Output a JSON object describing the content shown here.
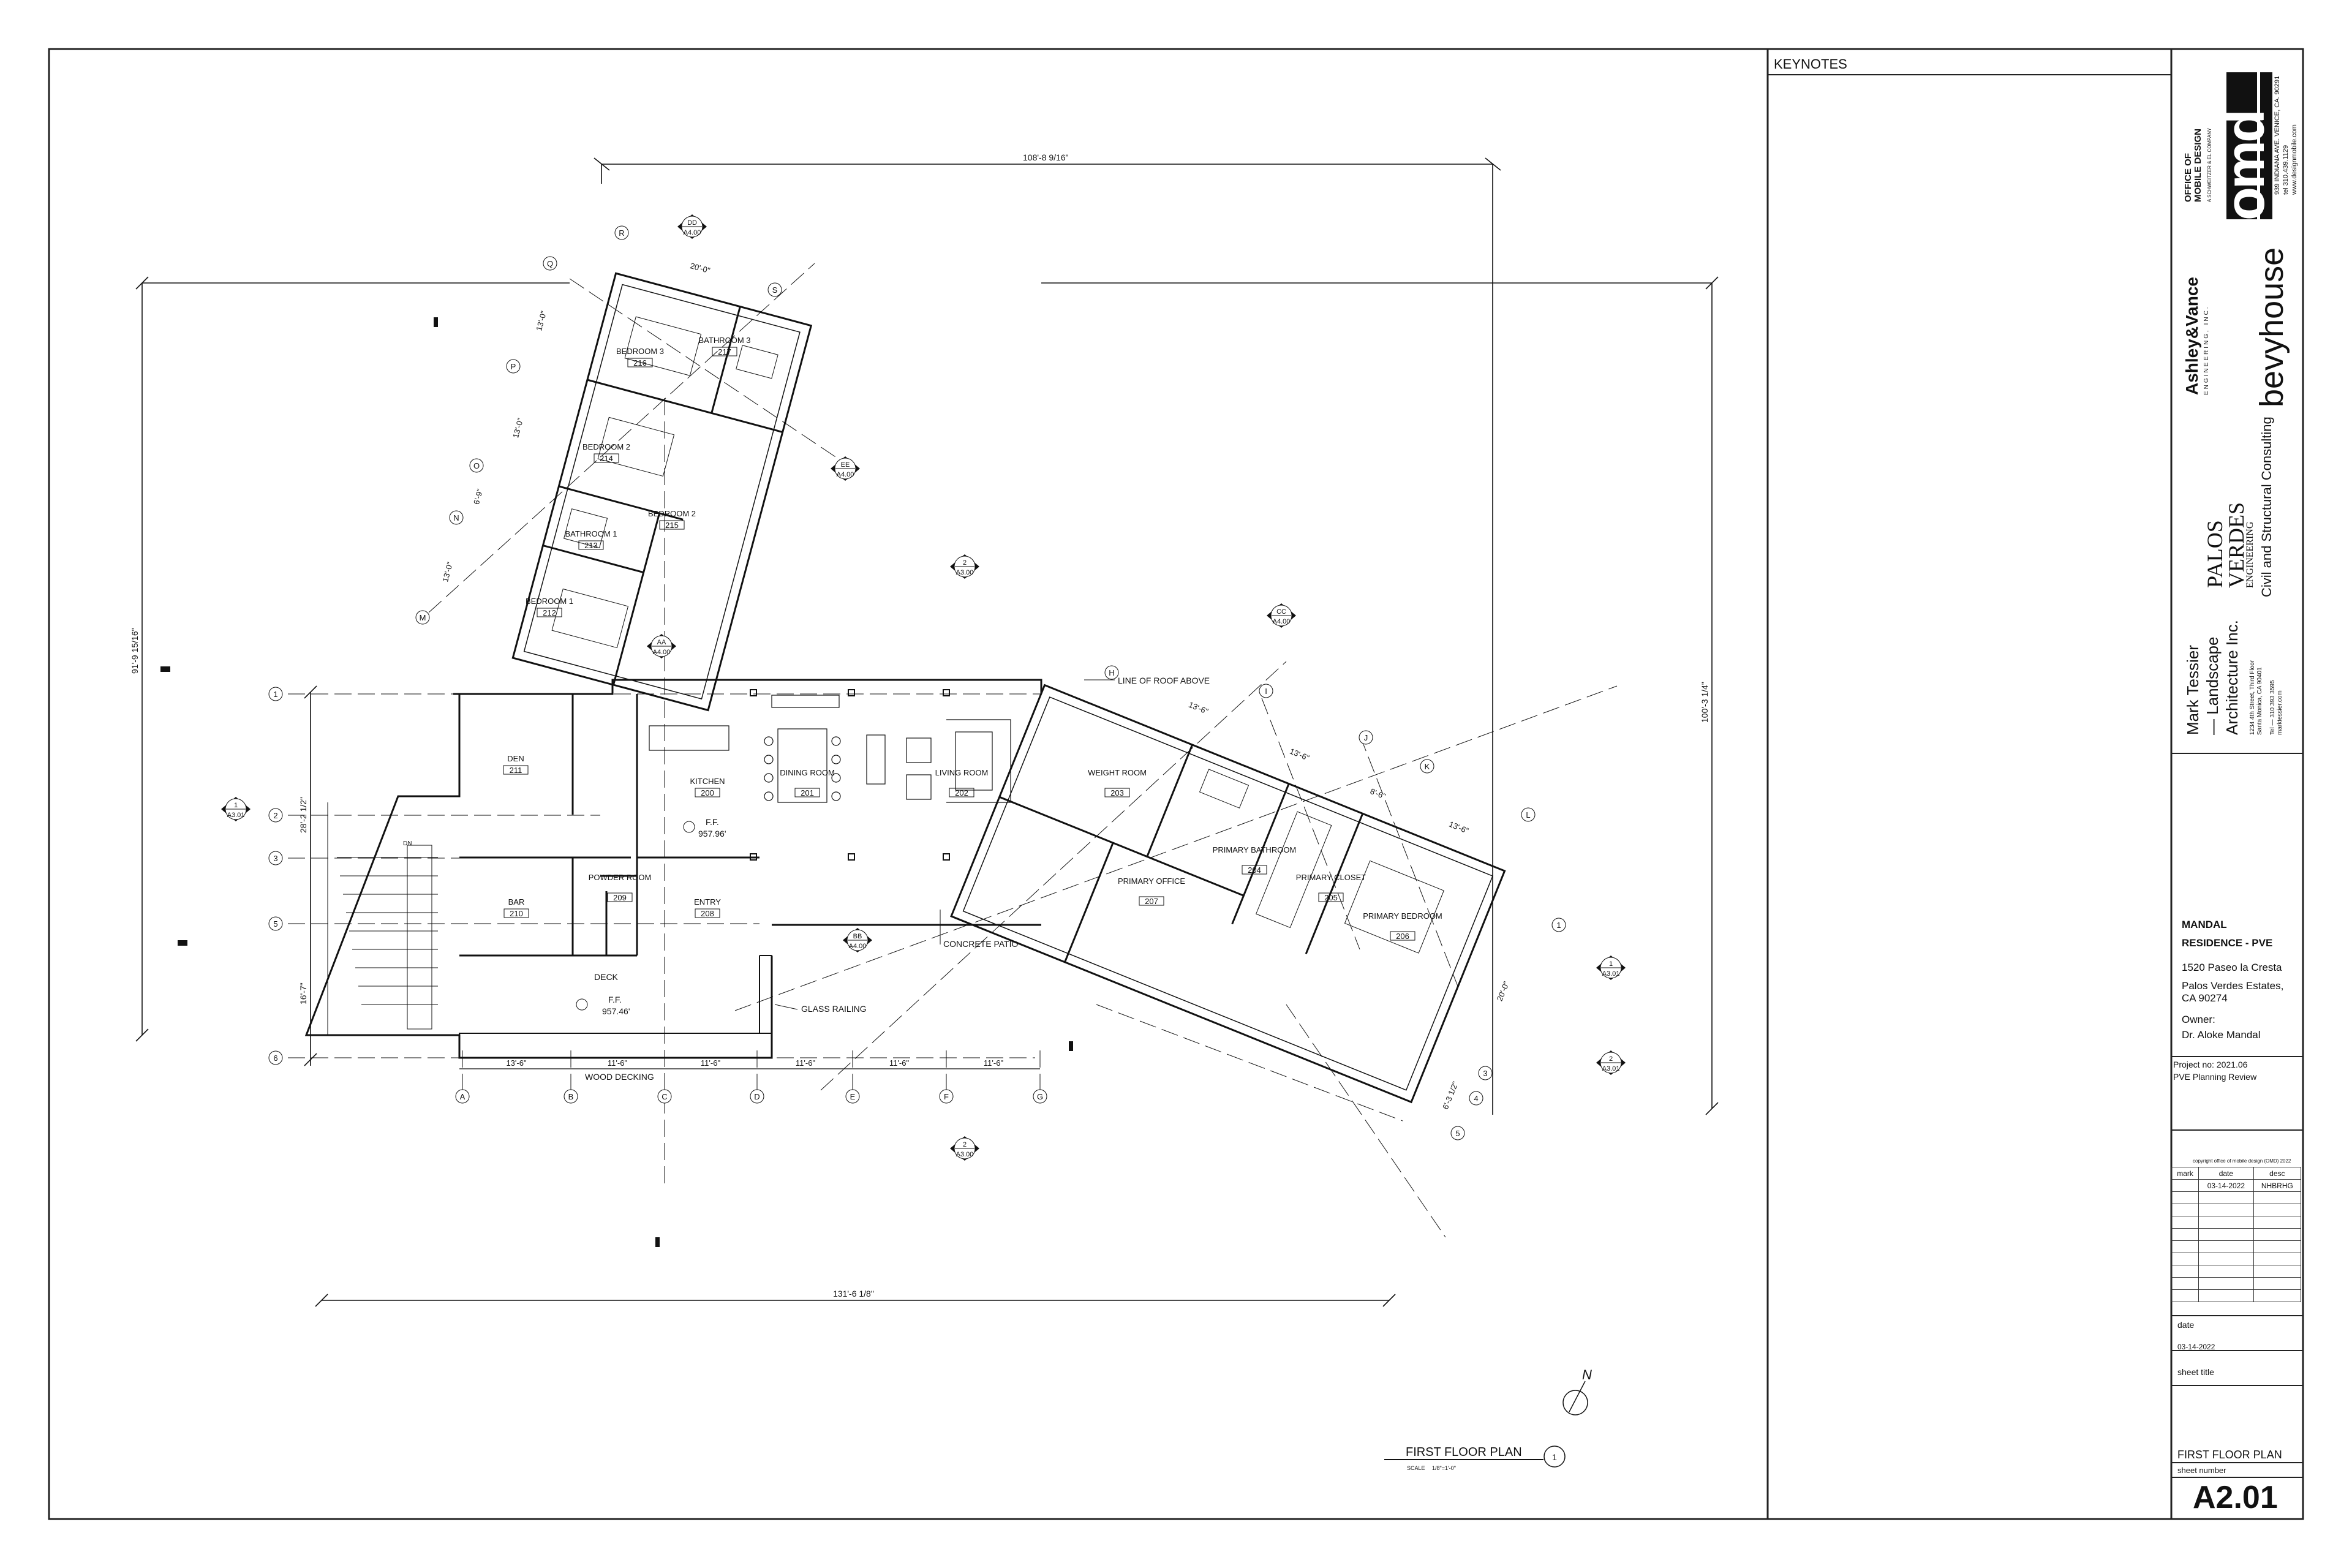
{
  "keynotes": {
    "header": "KEYNOTES"
  },
  "drawing": {
    "title": "FIRST FLOOR PLAN",
    "scale_label": "SCALE",
    "scale_value": "1/8\"=1'-0\"",
    "detail_number": "1",
    "north": "N"
  },
  "rooms": [
    {
      "name": "BEDROOM 3",
      "number": "216"
    },
    {
      "name": "BATHROOM 3",
      "number": "217"
    },
    {
      "name": "BEDROOM 2",
      "number": "214"
    },
    {
      "name": "BEDROOM 2",
      "number": "215"
    },
    {
      "name": "BATHROOM 1",
      "number": "213"
    },
    {
      "name": "BEDROOM 1",
      "number": "212"
    },
    {
      "name": "DEN",
      "number": "211"
    },
    {
      "name": "KITCHEN",
      "number": "200"
    },
    {
      "name": "DINING ROOM",
      "number": "201"
    },
    {
      "name": "LIVING ROOM",
      "number": "202"
    },
    {
      "name": "WEIGHT ROOM",
      "number": "203"
    },
    {
      "name": "PRIMARY BATHROOM",
      "number": "204"
    },
    {
      "name": "PRIMARY CLOSET",
      "number": "205"
    },
    {
      "name": "PRIMARY BEDROOM",
      "number": "206"
    },
    {
      "name": "PRIMARY OFFICE",
      "number": "207"
    },
    {
      "name": "BAR",
      "number": "210"
    },
    {
      "name": "POWDER ROOM",
      "number": "209"
    },
    {
      "name": "ENTRY",
      "number": "208"
    }
  ],
  "annotations": {
    "line_of_roof": "LINE OF ROOF ABOVE",
    "concrete_patio": "CONCRETE PATIO",
    "glass_railing": "GLASS RAILING",
    "deck": "DECK",
    "wood_decking": "WOOD DECKING",
    "ff_upper": "F.F.",
    "ff_upper_value": "957.96'",
    "ff_lower": "F.F.",
    "ff_lower_value": "957.46'",
    "stair_dn": "DN"
  },
  "dimensions": {
    "top_overall": "108'-8 9/16\"",
    "bottom_overall": "131'-6 1/8\"",
    "left_overall": "91'-9 15/16\"",
    "right_overall": "100'-3 1/4\"",
    "left_2_5": "28'-2 1/2\"",
    "left_5_6": "16'-7\"",
    "wing_top": "20'-0\"",
    "wing_r": "13'-0\"",
    "wing_p": "13'-0\"",
    "wing_o": "6'-9\"",
    "wing_n": "13'-0\"",
    "bottom_ab": "13'-6\"",
    "bottom_bc": "11'-6\"",
    "bottom_cd": "11'-6\"",
    "bottom_de": "11'-6\"",
    "bottom_ef": "11'-6\"",
    "bottom_fg": "11'-6\"",
    "east_hi": "13'-6\"",
    "east_ij": "13'-6\"",
    "east_jk": "8'-6\"",
    "east_kl": "13'-6\"",
    "east_side": "20'-0\"",
    "east_small": "6'-3 1/2\""
  },
  "grid": {
    "horizontal": [
      "1",
      "2",
      "3",
      "5",
      "6"
    ],
    "columns": [
      "A",
      "B",
      "C",
      "D",
      "E",
      "F",
      "G"
    ],
    "wing": [
      "M",
      "N",
      "O",
      "P",
      "Q",
      "R",
      "S"
    ],
    "east": [
      "H",
      "I",
      "J",
      "K",
      "L"
    ],
    "east_rows": [
      "1",
      "3",
      "4",
      "5"
    ]
  },
  "section_marks": [
    {
      "num": "1",
      "sheet": "A3.01"
    },
    {
      "num": "2",
      "sheet": "A3.00"
    },
    {
      "num": "2",
      "sheet": "A3.00"
    },
    {
      "num": "BB",
      "sheet": "A4.00"
    },
    {
      "num": "AA",
      "sheet": "A4.00"
    },
    {
      "num": "EE",
      "sheet": "A4.00"
    },
    {
      "num": "DD",
      "sheet": "A4.00"
    },
    {
      "num": "1",
      "sheet": "A3.01"
    },
    {
      "num": "2",
      "sheet": "A3.01"
    },
    {
      "num": "CC",
      "sheet": "A4.00"
    }
  ],
  "title_block": {
    "omd_logo": "omd",
    "omd_name": "OFFICE OF MOBILE DESIGN",
    "omd_sub": "A SCHWEITZER & EL COMPANY",
    "omd_address": "939 INDIANA AVE. VENICE, CA. 90291",
    "omd_phone": "tel 310.439.1129",
    "omd_web": "www.designmobile.com",
    "bevyhouse": "bevyhouse",
    "ashley_vance": "Ashley&Vance",
    "ashley_sub": "ENGINEERING, INC.",
    "palos_1": "PALOS",
    "palos_2": "VERDES",
    "palos_3": "ENGINEERING",
    "palos_tagline": "Civil and Structural Consulting",
    "tessier_1": "Mark Tessier",
    "tessier_2": "— Landscape",
    "tessier_3": "Architecture Inc.",
    "tessier_addr1": "1234 4th Street, Third Floor",
    "tessier_addr2": "Santa Monica, CA 90401",
    "tessier_tel": "Tel — 310 393 3595",
    "tessier_web": "marktessier.com",
    "project_line1": "MANDAL",
    "project_line2": "RESIDENCE - PVE",
    "address1": "1520 Paseo la Cresta",
    "address2": "Palos Verdes Estates,",
    "address3": "CA 90274",
    "owner_label": "Owner:",
    "owner": "Dr. Aloke Mandal",
    "project_no": "Project no: 2021.06",
    "phase": "PVE Planning Review",
    "copyright": "copyright office of mobile design (OMD) 2022",
    "rev_headers": [
      "mark",
      "date",
      "desc"
    ],
    "rev_rows": [
      [
        "",
        "03-14-2022",
        "NHBRHG"
      ]
    ],
    "date_label": "date",
    "date_value": "03-14-2022",
    "sheet_title_label": "sheet title",
    "sheet_title": "FIRST FLOOR PLAN",
    "sheet_number_label": "sheet number",
    "sheet_number": "A2.01"
  }
}
